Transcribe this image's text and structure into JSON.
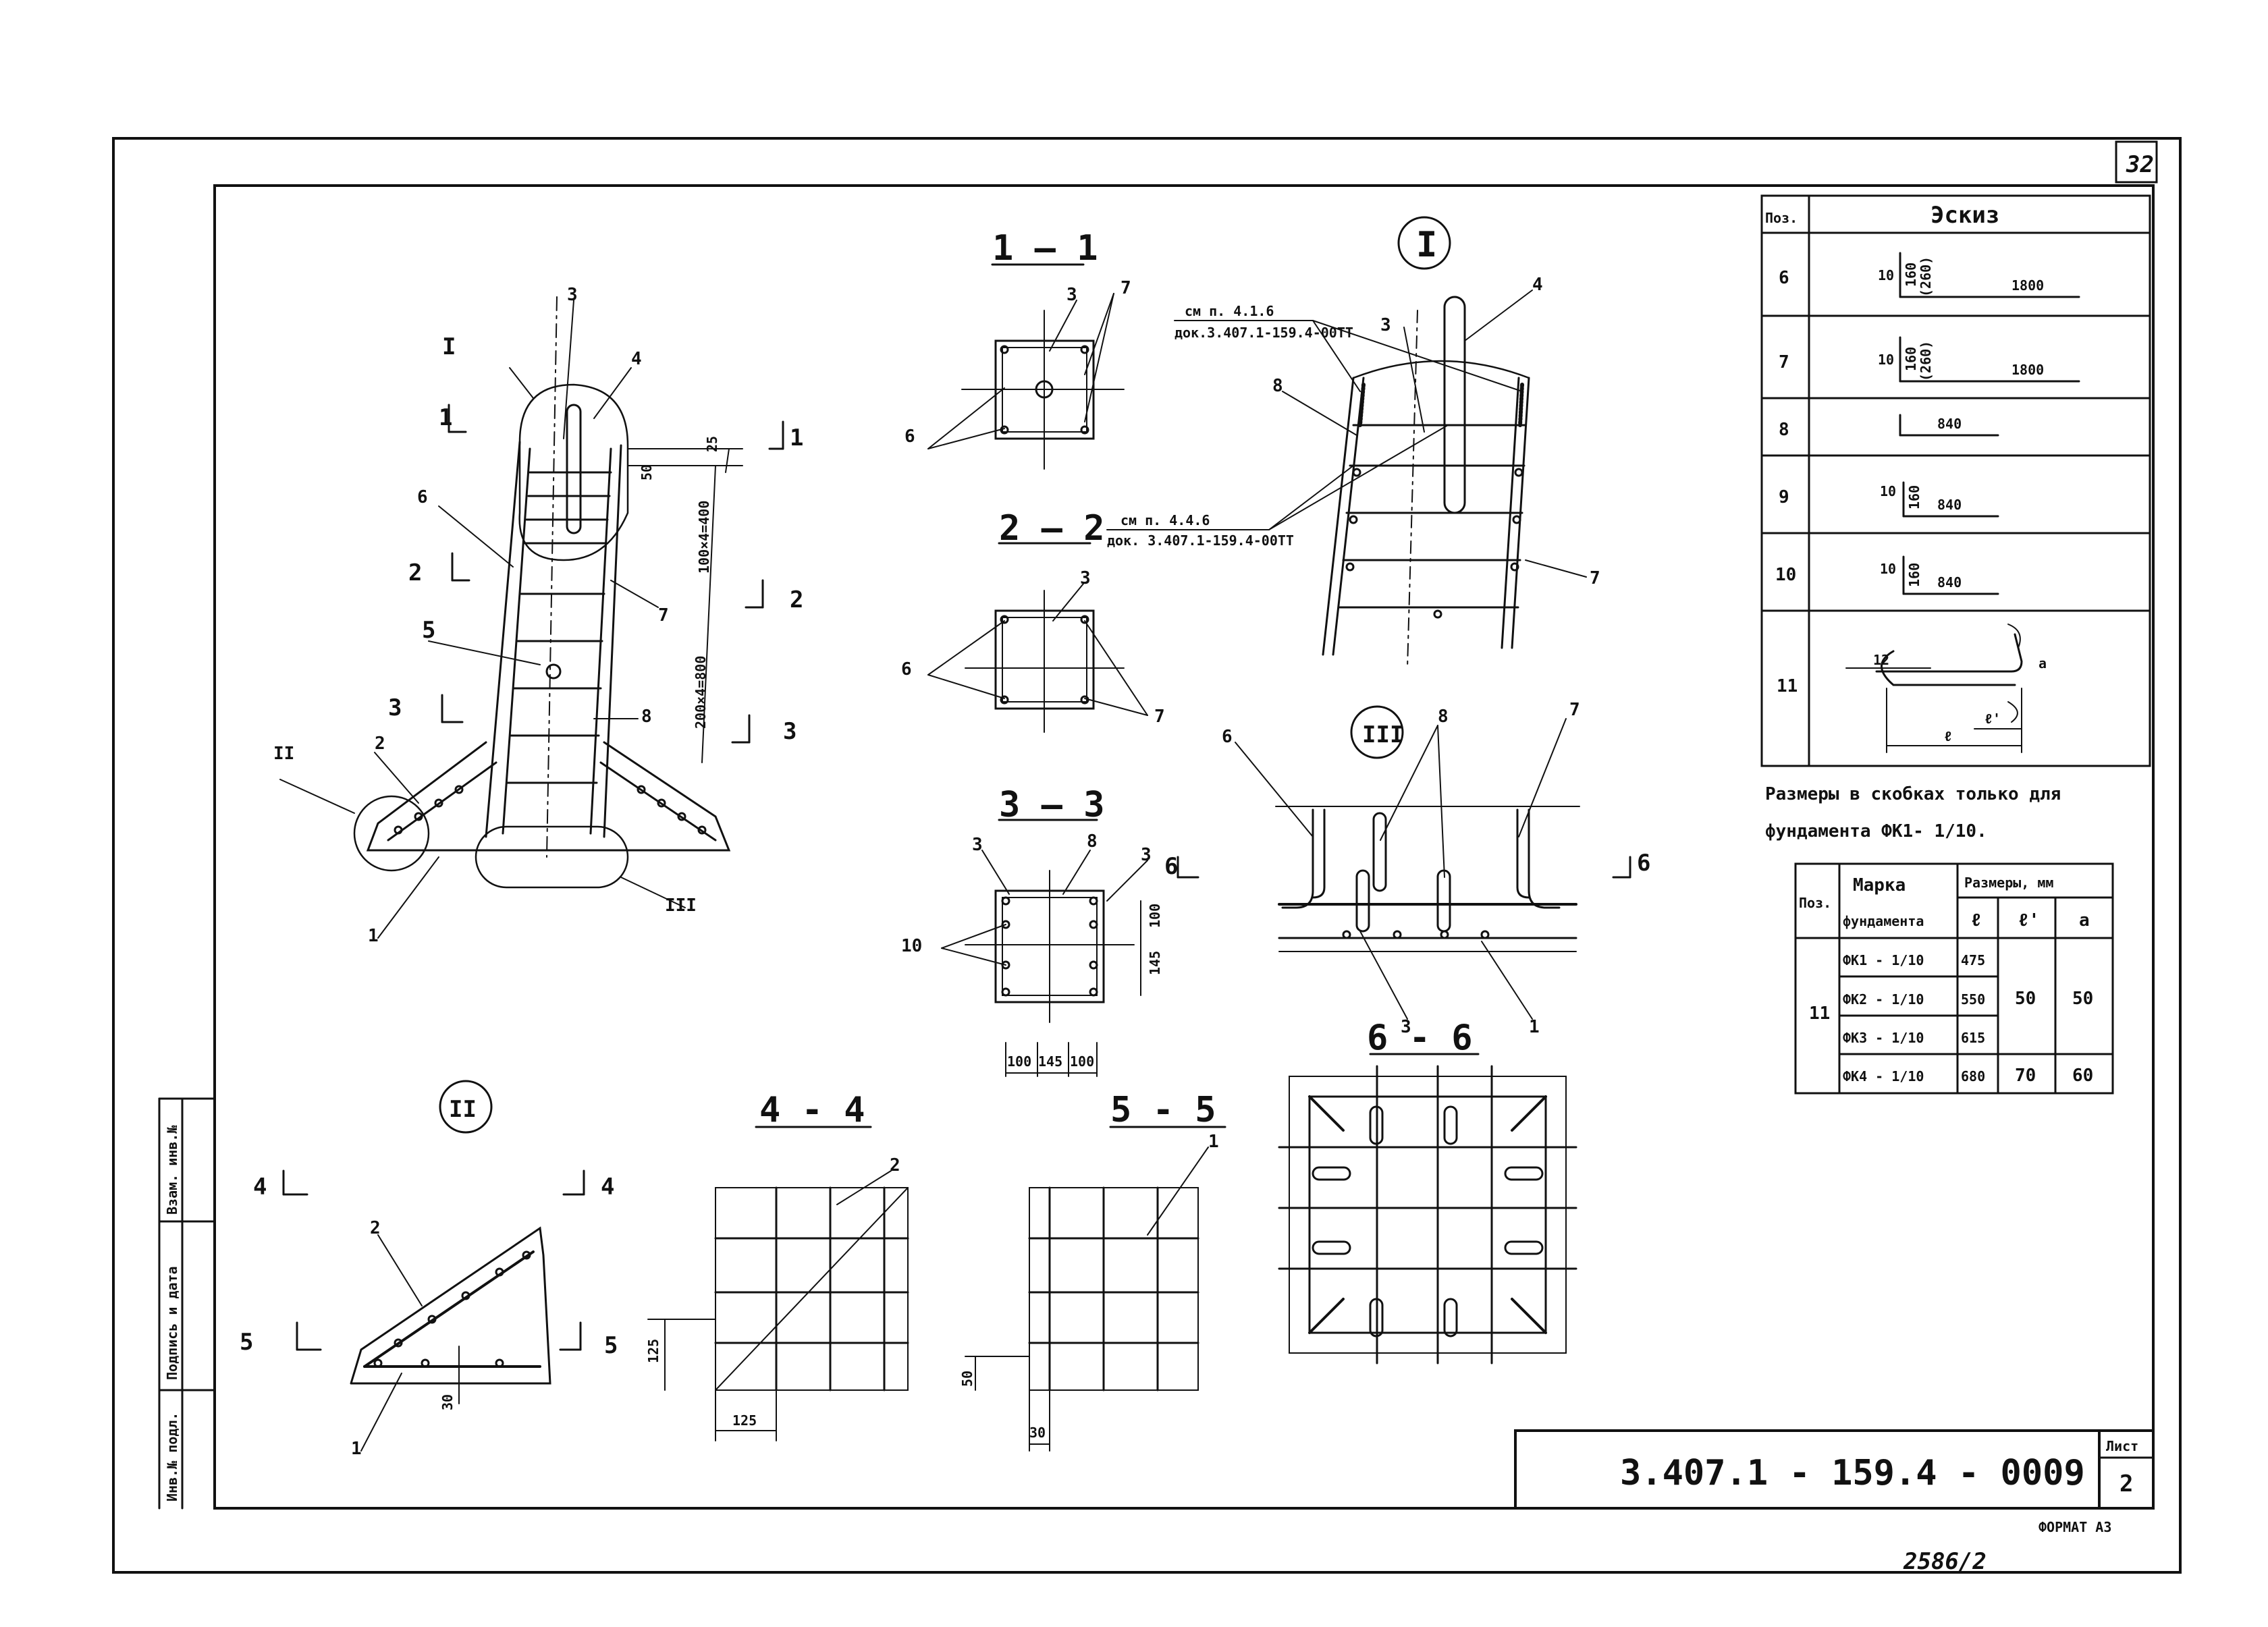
{
  "sheet_number": "32",
  "stamp_number": "2586/2",
  "format_label": "ФОРМАТ А3",
  "title_block": {
    "document_code": "3.407.1 - 159.4 - 0009",
    "sheet_label": "Лист",
    "sheet_value": "2"
  },
  "side_stamp": [
    "Инв.№ подл.",
    "Подпись и дата",
    "Взам. инв.№"
  ],
  "views": {
    "node_I": "I",
    "node_II": "II",
    "node_III": "III",
    "sec_1": "1 — 1",
    "sec_2": "2 — 2",
    "sec_3": "3 — 3",
    "sec_4": "4 - 4",
    "sec_5": "5 - 5",
    "sec_6": "6 - 6"
  },
  "cut_marks": {
    "c1": "1",
    "c2": "2",
    "c3": "3",
    "c4": "4",
    "c5": "5",
    "c6": "6"
  },
  "positions": {
    "p1": "1",
    "p2": "2",
    "p3": "3",
    "p4": "4",
    "p5": "5",
    "p6": "6",
    "p7": "7",
    "p8": "8",
    "p9": "9",
    "p10": "10",
    "p11": "11"
  },
  "dimensions": {
    "d25": "25",
    "d50": "50",
    "d100x4": "100×4=400",
    "d200x4": "200×4=800",
    "d100": "100",
    "d145": "145",
    "d125": "125",
    "d30": "30"
  },
  "references": {
    "ref1_line1": "см п. 4.1.6",
    "ref1_line2": "док.3.407.1-159.4-00ТТ",
    "ref2_line1": "см п. 4.4.6",
    "ref2_line2": "док. 3.407.1-159.4-00ТТ"
  },
  "sketch_table": {
    "header_pos": "Поз.",
    "header_sketch": "Эскиз",
    "rows": [
      {
        "pos": "6",
        "dims": [
          "10",
          "160",
          "(260)"
        ],
        "length": "1800"
      },
      {
        "pos": "7",
        "dims": [
          "10",
          "160",
          "(260)"
        ],
        "length": "1800"
      },
      {
        "pos": "8",
        "dims": [],
        "length": "840"
      },
      {
        "pos": "9",
        "dims": [
          "10",
          "160"
        ],
        "length": "840"
      },
      {
        "pos": "10",
        "dims": [
          "10",
          "160"
        ],
        "length": "840"
      },
      {
        "pos": "11",
        "dims": [
          "12",
          "ℓ",
          "ℓ'",
          "a"
        ],
        "length": ""
      }
    ]
  },
  "note": {
    "line1": "Размеры в скобках только для",
    "line2": "фундамента ФК1- 1/10."
  },
  "size_table": {
    "header_pos": "Поз.",
    "header_mark_1": "Марка",
    "header_mark_2": "фундамента",
    "header_sizes": "Размеры, мм",
    "header_l": "ℓ",
    "header_l1": "ℓ'",
    "header_a": "a",
    "pos": "11",
    "rows": [
      {
        "mark": "ФК1 - 1/10",
        "l": "475"
      },
      {
        "mark": "ФК2 - 1/10",
        "l": "550"
      },
      {
        "mark": "ФК3 - 1/10",
        "l": "615"
      },
      {
        "mark": "ФК4 - 1/10",
        "l": "680"
      }
    ],
    "l1_group": "50",
    "a_group": "50",
    "l1_last": "70",
    "a_last": "60"
  }
}
